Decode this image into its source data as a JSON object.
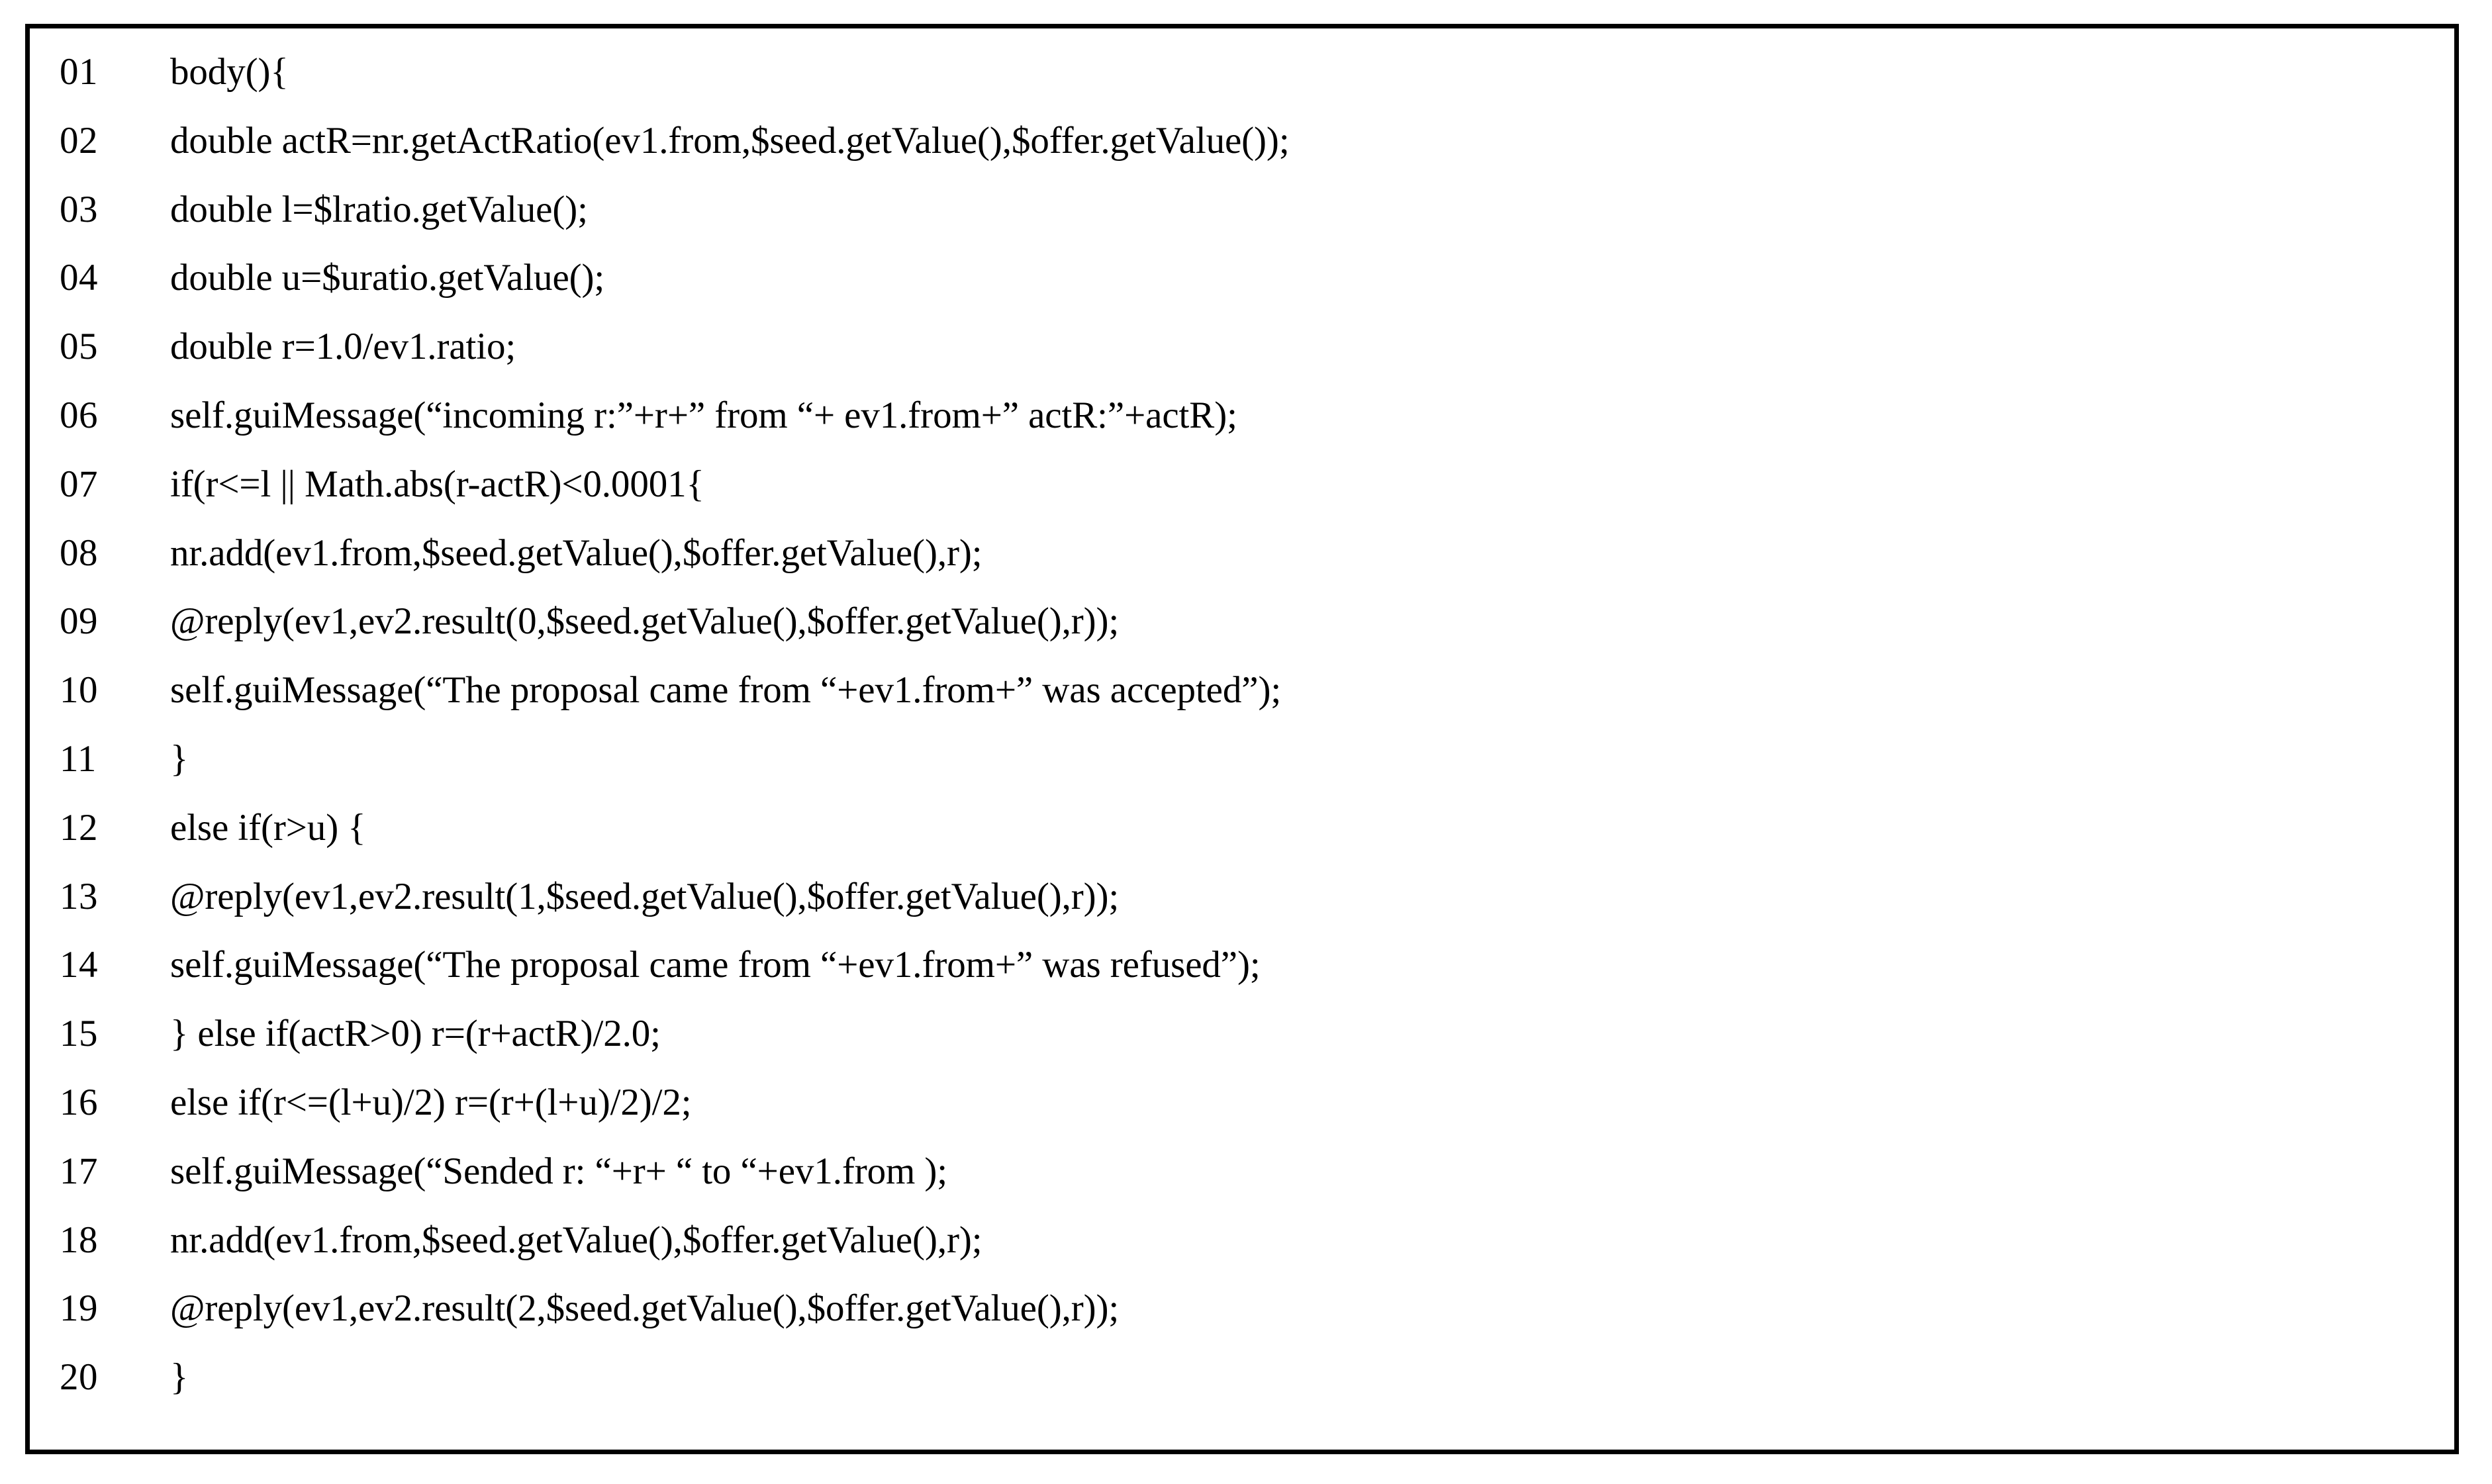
{
  "document": {
    "type": "code-listing",
    "frame_border_color": "#000000",
    "background_color": "#ffffff",
    "text_color": "#000000",
    "total_lines": 20
  },
  "code": {
    "lines": [
      {
        "number": "01",
        "text": "body(){"
      },
      {
        "number": "02",
        "text": "double actR=nr.getActRatio(ev1.from,$seed.getValue(),$offer.getValue());"
      },
      {
        "number": "03",
        "text": "double l=$lratio.getValue();"
      },
      {
        "number": "04",
        "text": "double u=$uratio.getValue();"
      },
      {
        "number": "05",
        "text": "double r=1.0/ev1.ratio;"
      },
      {
        "number": "06",
        "text": "self.guiMessage(“incoming r:”+r+” from “+ ev1.from+” actR:”+actR);"
      },
      {
        "number": "07",
        "text": "if(r<=l || Math.abs(r-actR)<0.0001{"
      },
      {
        "number": "08",
        "text": "nr.add(ev1.from,$seed.getValue(),$offer.getValue(),r);"
      },
      {
        "number": "09",
        "text": "@reply(ev1,ev2.result(0,$seed.getValue(),$offer.getValue(),r));"
      },
      {
        "number": "10",
        "text": "self.guiMessage(“The proposal came from “+ev1.from+” was accepted”);"
      },
      {
        "number": "11",
        "text": "}"
      },
      {
        "number": "12",
        "text": "else if(r>u) {"
      },
      {
        "number": "13",
        "text": "@reply(ev1,ev2.result(1,$seed.getValue(),$offer.getValue(),r));"
      },
      {
        "number": "14",
        "text": "self.guiMessage(“The proposal came from “+ev1.from+” was refused”);"
      },
      {
        "number": "15",
        "text": "} else if(actR>0) r=(r+actR)/2.0;"
      },
      {
        "number": "16",
        "text": "else if(r<=(l+u)/2) r=(r+(l+u)/2)/2;"
      },
      {
        "number": "17",
        "text": "self.guiMessage(“Sended r: “+r+ “ to “+ev1.from );"
      },
      {
        "number": "18",
        "text": "nr.add(ev1.from,$seed.getValue(),$offer.getValue(),r);"
      },
      {
        "number": "19",
        "text": "@reply(ev1,ev2.result(2,$seed.getValue(),$offer.getValue(),r));"
      },
      {
        "number": "20",
        "text": "}"
      }
    ]
  }
}
